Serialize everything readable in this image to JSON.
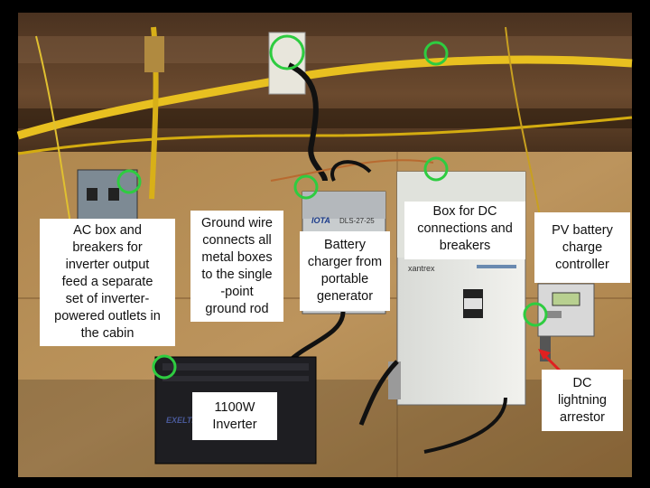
{
  "labels": {
    "ac_box": "AC box and\nbreakers for\ninverter output\nfeed a separate\nset of inverter-\npowered outlets in\nthe cabin",
    "ground_wire": "Ground wire\nconnects all\nmetal boxes\nto the single\n-point\nground rod",
    "battery_charger": "Battery\ncharger from\nportable\ngenerator",
    "dc_box": "Box for DC\nconnections and\nbreakers",
    "pv_controller": "PV battery\ncharge\ncontroller",
    "inverter": "1100W\nInverter",
    "lightning_arrestor": "DC\nlightning\narrestor"
  },
  "equipment_text": {
    "charger_brand": "IOTA",
    "charger_model": "DLS-27-25",
    "dc_box_brand": "xantrex",
    "inverter_brand": "EXELTECH"
  },
  "colors": {
    "highlight_circle": "#2ecc40",
    "arrow": "#e02020",
    "label_background": "#ffffff"
  }
}
